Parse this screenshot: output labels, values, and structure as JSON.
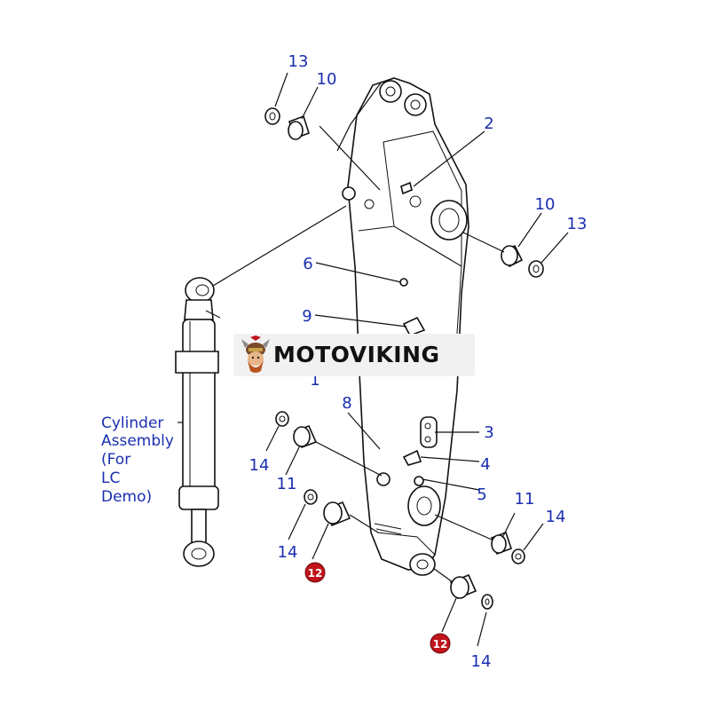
{
  "callouts": {
    "c1": "1",
    "c2": "2",
    "c3": "3",
    "c4": "4",
    "c5": "5",
    "c6": "6",
    "c8": "8",
    "c9": "9",
    "c10a": "10",
    "c10b": "10",
    "c11a": "11",
    "c11b": "11",
    "c13a": "13",
    "c13b": "13",
    "c14a": "14",
    "c14b": "14",
    "c14c": "14",
    "c14d": "14",
    "c12a": "12",
    "c12b": "12"
  },
  "cylinder_label": [
    "Cylinder",
    "Assembly",
    "(For",
    "LC",
    "Demo)"
  ],
  "watermark": {
    "text": "MOTOVIKING"
  },
  "colors": {
    "callout": "#1a2fb0",
    "badge": "#c0141b",
    "line": "#111111"
  }
}
